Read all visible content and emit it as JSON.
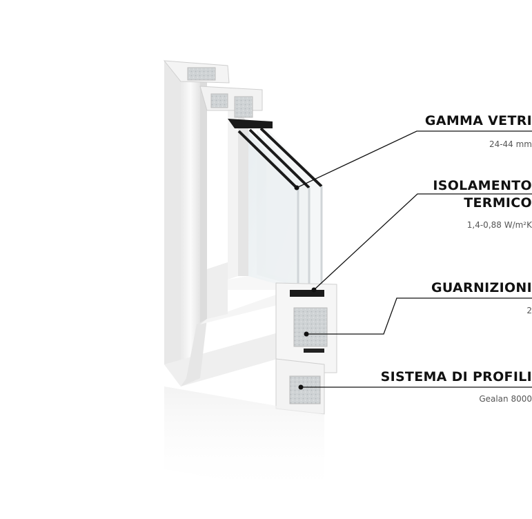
{
  "features": [
    {
      "title": "GAMMA VETRI",
      "value": "24-44 mm"
    },
    {
      "title_lines": [
        "ISOLAMENTO",
        "TERMICO"
      ],
      "value": "1,4-0,88 W/m²K"
    },
    {
      "title": "GUARNIZIONI",
      "value": "2"
    },
    {
      "title": "SISTEMA DI PROFILI",
      "value": "Gealan 8000"
    }
  ],
  "colors": {
    "line": "#111111",
    "frame": "#f2f2f2",
    "glass": "#dfe6ea",
    "gasket": "#1a1a1a"
  }
}
